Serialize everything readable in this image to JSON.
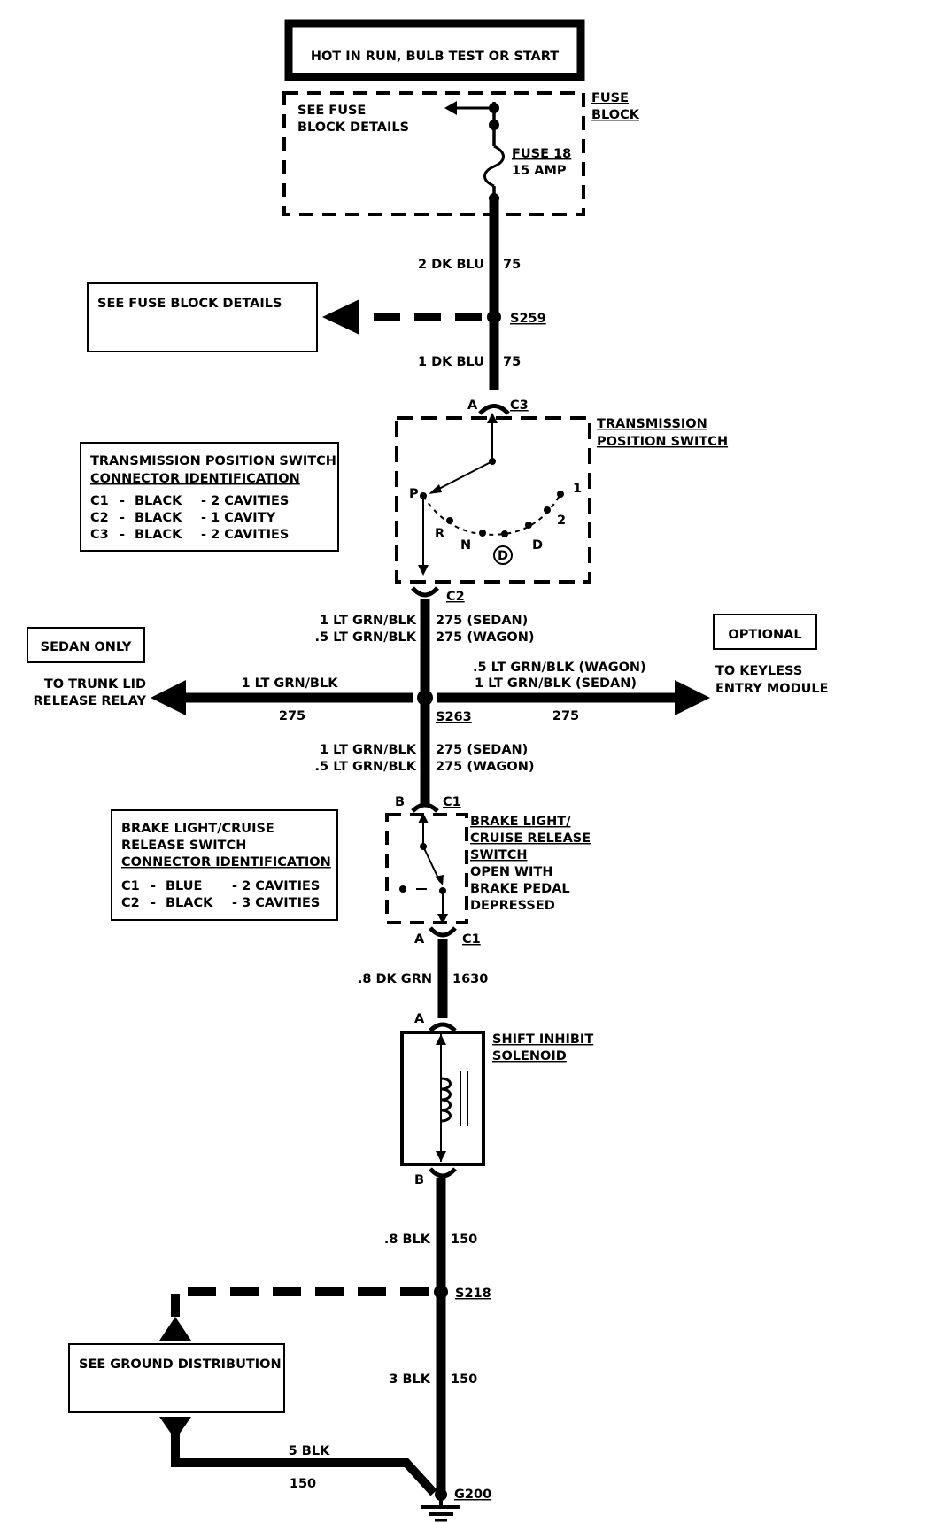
{
  "header": {
    "title": "HOT IN RUN, BULB TEST OR START"
  },
  "fuse_block": {
    "see_details": [
      "SEE FUSE",
      "BLOCK DETAILS"
    ],
    "label": [
      "FUSE",
      "BLOCK"
    ],
    "fuse": [
      "FUSE 18",
      "15 AMP"
    ]
  },
  "wires": {
    "w1": {
      "gauge_color": "2 DK BLU",
      "circuit": "75"
    },
    "w2": {
      "gauge_color": "1 DK BLU",
      "circuit": "75"
    },
    "tps_out": {
      "gauge_color": [
        "1 LT GRN/BLK",
        ".5 LT GRN/BLK"
      ],
      "circuit": [
        "275 (SEDAN)",
        "275 (WAGON)"
      ]
    },
    "left_branch": {
      "gauge_color": "1 LT GRN/BLK",
      "circuit": "275"
    },
    "right_branch": {
      "gauge_color": [
        ".5 LT GRN/BLK  (WAGON)",
        "1 LT GRN/BLK  (SEDAN)"
      ],
      "circuit": "275"
    },
    "to_brake": {
      "gauge_color": [
        "1 LT GRN/BLK",
        ".5 LT GRN/BLK"
      ],
      "circuit": [
        "275 (SEDAN)",
        "275 (WAGON)"
      ]
    },
    "w_brake_out": {
      "gauge_color": ".8 DK GRN",
      "circuit": "1630"
    },
    "w_sol_out": {
      "gauge_color": ".8 BLK",
      "circuit": "150"
    },
    "w_ground": {
      "gauge_color": "3 BLK",
      "circuit": "150"
    },
    "w_ground_dist": {
      "gauge_color": "5 BLK",
      "circuit": "150"
    }
  },
  "splices": {
    "s259": "S259",
    "s263": "S263",
    "s218": "S218",
    "g200": "G200"
  },
  "see_fuse_block_box": "SEE FUSE BLOCK DETAILS",
  "tps": {
    "label": [
      "TRANSMISSION",
      "POSITION SWITCH"
    ],
    "connector_top": {
      "pin": "A",
      "name": "C3"
    },
    "connector_bottom": {
      "name": "C2"
    },
    "positions": [
      "P",
      "R",
      "N",
      "D",
      "D",
      "2",
      "1"
    ],
    "id_box": {
      "title": [
        "TRANSMISSION POSITION SWITCH",
        "CONNECTOR IDENTIFICATION"
      ],
      "rows": [
        [
          "C1",
          "-",
          "BLACK",
          "- 2 CAVITIES"
        ],
        [
          "C2",
          "-",
          "BLACK",
          "- 1 CAVITY"
        ],
        [
          "C3",
          "-",
          "BLACK",
          "- 2 CAVITIES"
        ]
      ]
    }
  },
  "sedan_only": "SEDAN ONLY",
  "optional": "OPTIONAL",
  "to_trunk": [
    "TO TRUNK LID",
    "RELEASE RELAY"
  ],
  "to_keyless": [
    "TO KEYLESS",
    "ENTRY MODULE"
  ],
  "brake": {
    "label": [
      "BRAKE LIGHT/",
      "CRUISE RELEASE",
      "SWITCH"
    ],
    "note": [
      "OPEN WITH",
      "BRAKE PEDAL",
      "DEPRESSED"
    ],
    "connector_top": {
      "pin": "B",
      "name": "C1"
    },
    "connector_bottom": {
      "pin": "A",
      "name": "C1"
    },
    "id_box": {
      "title": [
        "BRAKE LIGHT/CRUISE",
        "RELEASE SWITCH",
        "CONNECTOR IDENTIFICATION"
      ],
      "rows": [
        [
          "C1",
          "-",
          "BLUE",
          "- 2 CAVITIES"
        ],
        [
          "C2",
          "-",
          "BLACK",
          "- 3 CAVITIES"
        ]
      ]
    }
  },
  "solenoid": {
    "label": [
      "SHIFT INHIBIT",
      "SOLENOID"
    ],
    "pin_top": "A",
    "pin_bottom": "B"
  },
  "ground_dist": "SEE GROUND DISTRIBUTION"
}
